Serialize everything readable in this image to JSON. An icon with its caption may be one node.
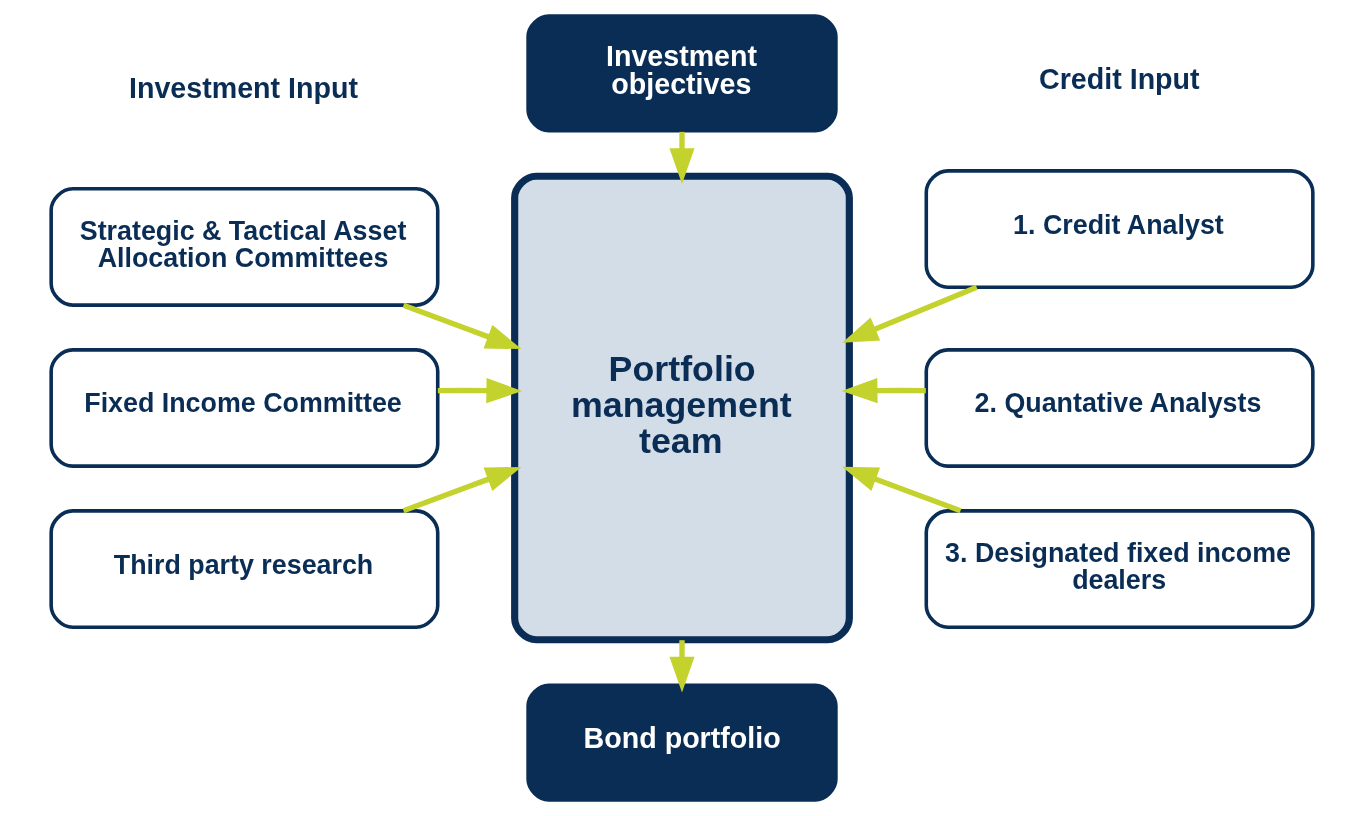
{
  "diagram": {
    "nodes": [
      {
        "text": [
          "Investment objectives"
        ]
      },
      {
        "text": [
          "Strategic & Tactical Asset Allocation Committees"
        ]
      },
      {
        "text": [
          "Fixed Income Committee"
        ]
      },
      {
        "text": [
          "Third party research"
        ]
      },
      {
        "text": [
          "Portfolio management team"
        ]
      },
      {
        "text": [
          "1. Credit Analyst"
        ]
      },
      {
        "text": [
          "2. Quantative Analysts"
        ]
      },
      {
        "text": [
          "3. Designated fixed income dealers"
        ]
      },
      {
        "text": [
          "Bond portfolio"
        ]
      }
    ],
    "edges": [
      {
        "from": 0,
        "to": 4,
        "arrow": "to"
      },
      {
        "from": 1,
        "to": 4,
        "arrow": "to"
      },
      {
        "from": 2,
        "to": 4,
        "arrow": "to"
      },
      {
        "from": 3,
        "to": 4,
        "arrow": "to"
      },
      {
        "from": 5,
        "to": 4,
        "arrow": "to"
      },
      {
        "from": 6,
        "to": 4,
        "arrow": "to"
      },
      {
        "from": 7,
        "to": 4,
        "arrow": "to"
      },
      {
        "from": 4,
        "to": 8,
        "arrow": "to"
      }
    ],
    "labels": [
      "Investment Input",
      "Credit Input"
    ]
  }
}
